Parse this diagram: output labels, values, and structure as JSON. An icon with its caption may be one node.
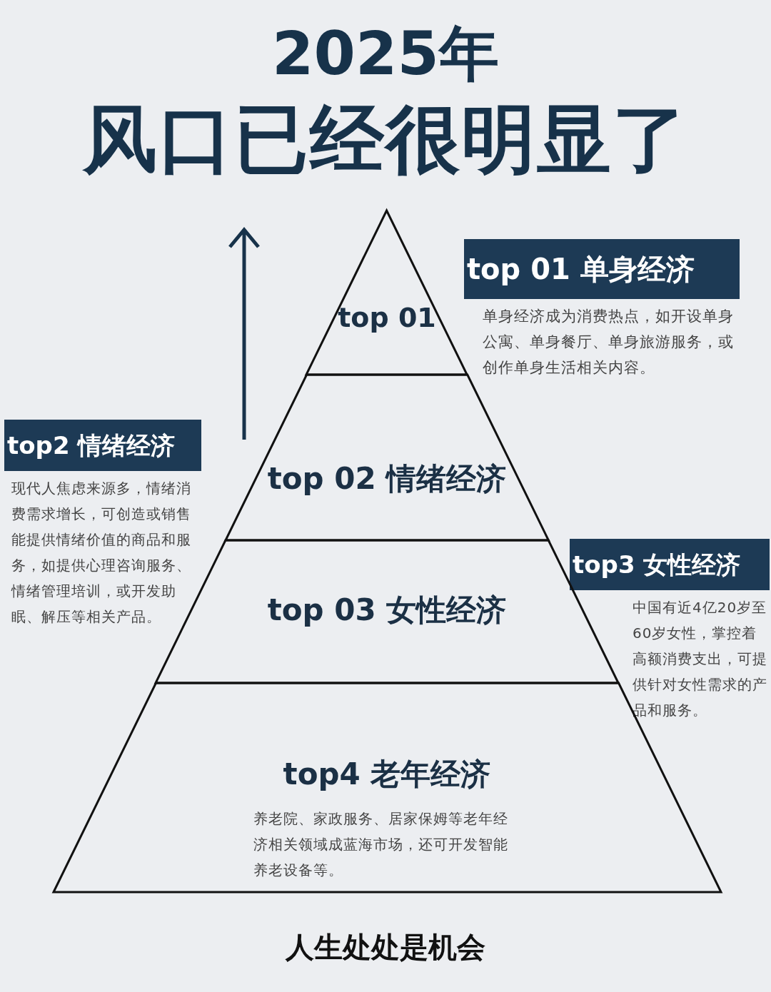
{
  "diagram": {
    "title": "2025年风口已经很明显了",
    "caption": "人生处处是机会",
    "nodes": [
      {
        "text": [
          "top 01"
        ]
      },
      {
        "text": [
          "top 01 单身经济",
          "单身经济成为消费热点，如开设单身公寓、单身餐厅、单身旅游服务，或创作单身生活相关内容。"
        ]
      },
      {
        "text": [
          "top2 情绪经济",
          "现代人焦虑来源多，情绪消费需求增长，可创造或销售能提供情绪价值的商品和服务，如提供心理咨询服务、情绪管理培训，或开发助眠、解压等相关产品。"
        ]
      },
      {
        "text": [
          "top 02 情绪经济"
        ]
      },
      {
        "text": [
          "top3 女性经济",
          "中国有近4亿20岁至60岁女性，掌控着高额消费支出，可提供针对女性需求的产品和服务。"
        ]
      },
      {
        "text": [
          "top 03 女性经济"
        ]
      },
      {
        "text": [
          "top4 老年经济",
          "养老院、家政服务、居家保姆等老年经济相关领域成蓝海市场，还可开发智能养老设备等。"
        ]
      }
    ]
  }
}
